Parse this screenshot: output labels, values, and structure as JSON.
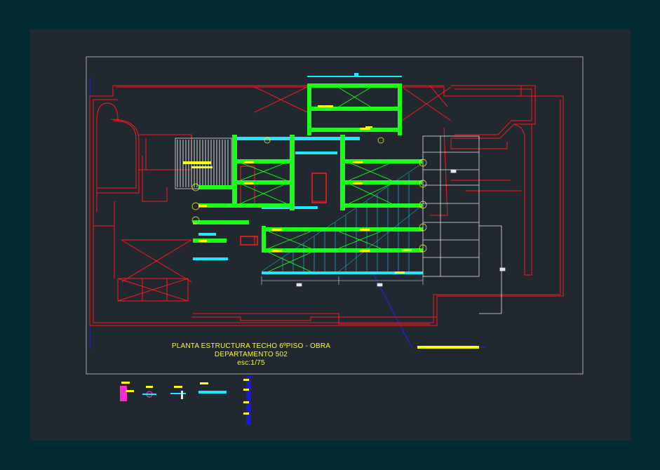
{
  "drawing": {
    "title_line1": "PLANTA ESTRUCTURA TECHO 6ºPISO - OBRA",
    "title_line2": "DEPARTAMENTO 502",
    "scale": "esc:1/75"
  },
  "colors": {
    "background": "#022a33",
    "viewport": "#212830",
    "walls": "#ff1a1a",
    "beams": "#19ff19",
    "slabs": "#19e8ff",
    "text": "#ffff00",
    "frame": "#c8c8c8",
    "grid": "#e6e6e6",
    "accent": "#ff2ad4",
    "guide": "#2222ff"
  }
}
